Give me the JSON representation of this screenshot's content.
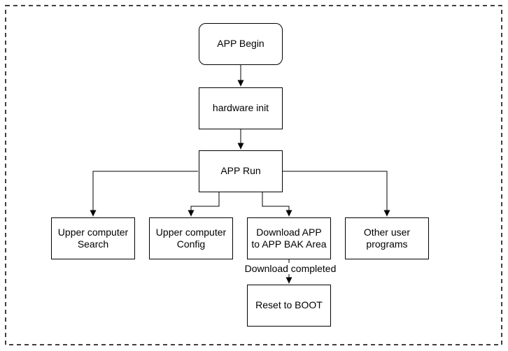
{
  "diagram": {
    "type": "flowchart",
    "colors": {
      "stroke": "#000000",
      "fill": "#ffffff",
      "text": "#000000"
    },
    "nodes": {
      "app_begin": {
        "label": "APP Begin",
        "shape": "rounded-rect"
      },
      "hardware_init": {
        "label": "hardware init",
        "shape": "rect"
      },
      "app_run": {
        "label": "APP Run",
        "shape": "rect"
      },
      "upper_search": {
        "label": "Upper computer\nSearch",
        "shape": "rect"
      },
      "upper_config": {
        "label": "Upper computer\nConfig",
        "shape": "rect"
      },
      "download_app": {
        "label": "Download APP\nto APP BAK Area",
        "shape": "rect"
      },
      "other_programs": {
        "label": "Other user\nprograms",
        "shape": "rect"
      },
      "reset_boot": {
        "label": "Reset to BOOT",
        "shape": "rect"
      }
    },
    "edges": [
      {
        "from": "app_begin",
        "to": "hardware_init",
        "label": ""
      },
      {
        "from": "hardware_init",
        "to": "app_run",
        "label": ""
      },
      {
        "from": "app_run",
        "to": "upper_search",
        "label": ""
      },
      {
        "from": "app_run",
        "to": "upper_config",
        "label": ""
      },
      {
        "from": "app_run",
        "to": "download_app",
        "label": ""
      },
      {
        "from": "app_run",
        "to": "other_programs",
        "label": ""
      },
      {
        "from": "download_app",
        "to": "reset_boot",
        "label": "Download completed"
      }
    ]
  }
}
